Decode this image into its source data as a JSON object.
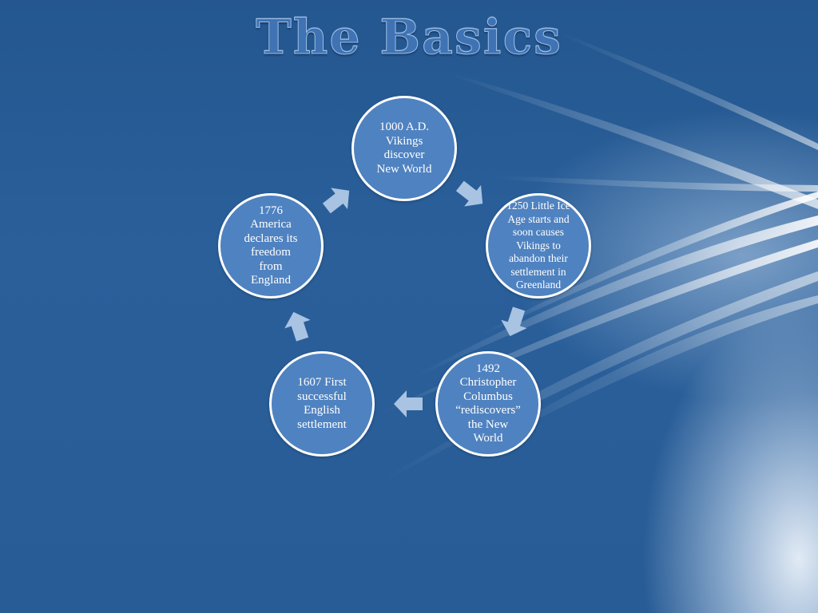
{
  "slide": {
    "title": "The Basics"
  },
  "cycle": {
    "nodes": [
      {
        "id": "1000",
        "text": "1000 A.D.\nVikings\ndiscover\nNew World"
      },
      {
        "id": "1250",
        "text": "1250 Little Ice\nAge starts and\nsoon causes\nVikings to\nabandon their\nsettlement in\nGreenland"
      },
      {
        "id": "1492",
        "text": "1492\nChristopher\nColumbus\n“rediscovers”\nthe  New\nWorld"
      },
      {
        "id": "1607",
        "text": "1607 First\nsuccessful\nEnglish\nsettlement"
      },
      {
        "id": "1776",
        "text": "1776\nAmerica\ndeclares its\nfreedom\nfrom\nEngland"
      }
    ]
  },
  "colors": {
    "node_fill": "#4f82c0",
    "node_border": "#ffffff",
    "arrow_fill": "#a9c3e3",
    "title": "#3f73b4"
  }
}
